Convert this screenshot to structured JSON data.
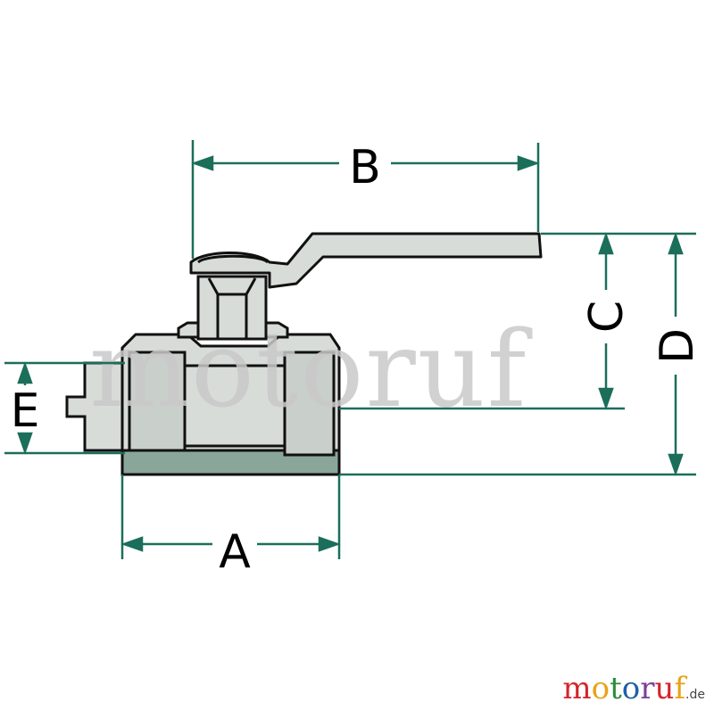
{
  "labels": {
    "A": "A",
    "B": "B",
    "C": "C",
    "D": "D",
    "E": "E"
  },
  "watermark": "motoruf",
  "logo": {
    "letters": [
      "m",
      "o",
      "t",
      "o",
      "r",
      "u",
      "f"
    ],
    "letter_colors": [
      "#d4242b",
      "#e8a317",
      "#2e8b3a",
      "#1f5fa8",
      "#7a3f98",
      "#d4242b",
      "#e8a317"
    ],
    "tld": ".de"
  },
  "colors": {
    "dimension": "#1b6e5a",
    "body_fill": "#d7dcd9",
    "body_base": "#8aa69b",
    "outline": "#111111"
  }
}
